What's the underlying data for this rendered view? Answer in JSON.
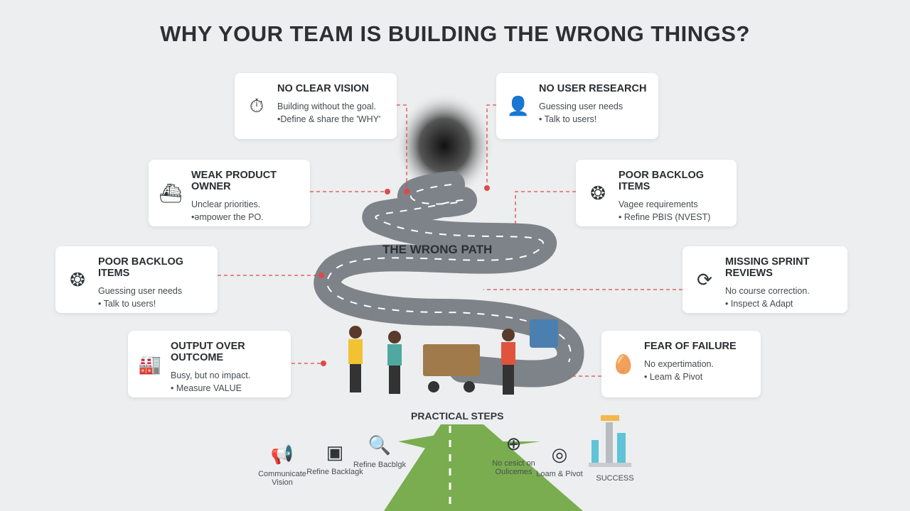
{
  "title": "WHY YOUR TEAM IS BUILDING THE WRONG THINGS?",
  "path_label": "THE WRONG PATH",
  "cards": [
    {
      "icon": "compass-icon",
      "title": "NO CLEAR VISION",
      "line1": "Building without the goal.",
      "line2": "•Define & share the 'WHY'"
    },
    {
      "icon": "blindfolded-user-icon",
      "title": "NO USER RESEARCH",
      "line1": "Guessing user needs",
      "line2": "• Talk to users!"
    },
    {
      "icon": "ship-icon",
      "title": "WEAK PRODUCT OWNER",
      "line1": "Unclear priorities.",
      "line2": "•ǝmpower the PO."
    },
    {
      "icon": "tangle-icon",
      "title": "POOR BACKLOG ITEMS",
      "line1": "Vagee requirements",
      "line2": "• Refine PBIS (NVEST)"
    },
    {
      "icon": "tangle-icon",
      "title": "POOR BACKLOG ITEMS",
      "line1": "Guessing user needs",
      "line2": "• Talk to users!"
    },
    {
      "icon": "refresh-icon",
      "title": "MISSING SPRINT REVIEWS",
      "line1": "No course correction.",
      "line2": "• Inspect & Adapt"
    },
    {
      "icon": "factory-icon",
      "title": "OUTPUT OVER OUTCOME",
      "line1": "Busy, but no impact.",
      "line2": "• Measure VALUE"
    },
    {
      "icon": "egg-icon",
      "title": "FEAR OF FAILURE",
      "line1": "No expertimation.",
      "line2": "• Leam & Pivot"
    }
  ],
  "practical_steps": {
    "title": "PRACTICAL STEPS",
    "steps": [
      {
        "icon": "megaphone-icon",
        "label": "Communicate Vision"
      },
      {
        "icon": "board-icon",
        "label": "Refine Backlagk"
      },
      {
        "icon": "magnifier-icon",
        "label": "Refine Bacblgk"
      },
      {
        "icon": "target-icon",
        "label": "No cesict on Oulicemes"
      },
      {
        "icon": "bullseye-icon",
        "label": "Loam & Pivot"
      },
      {
        "icon": "city-icon",
        "label": "SUCCESS"
      }
    ]
  },
  "colors": {
    "road_gray": "#7d8388",
    "road_green": "#79ad4f",
    "dashed_line": "#e0484a"
  }
}
